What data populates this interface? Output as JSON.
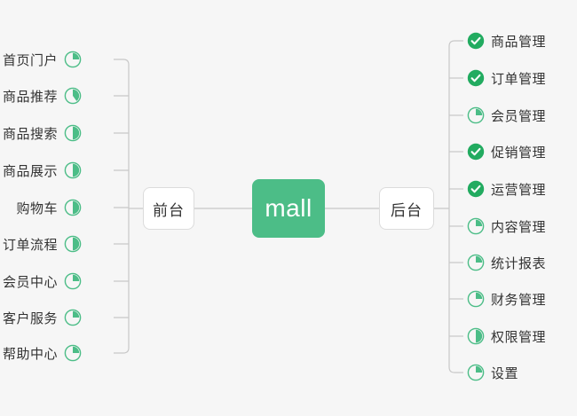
{
  "diagram": {
    "type": "mind-map",
    "title": "mall",
    "background_color": "#f6f6f6",
    "accent_color": "#4cbd87",
    "line_color": "#c8c8c8",
    "text_color": "#333333"
  },
  "center": {
    "label": "mall",
    "fill_color": "#4cbd87",
    "text_color": "#ffffff"
  },
  "branches": [
    {
      "name": "front",
      "label": "前台",
      "side": "left"
    },
    {
      "name": "back",
      "label": "后台",
      "side": "right"
    }
  ],
  "left_items": [
    {
      "label": "首页门户",
      "icon": "pie-quarter-icon",
      "progress": 25
    },
    {
      "label": "商品推荐",
      "icon": "pie-40-icon",
      "progress": 40
    },
    {
      "label": "商品搜索",
      "icon": "pie-half-icon",
      "progress": 50
    },
    {
      "label": "商品展示",
      "icon": "pie-half-icon",
      "progress": 50
    },
    {
      "label": "购物车",
      "icon": "pie-half-icon",
      "progress": 50
    },
    {
      "label": "订单流程",
      "icon": "pie-half-icon",
      "progress": 50
    },
    {
      "label": "会员中心",
      "icon": "pie-quarter-icon",
      "progress": 25
    },
    {
      "label": "客户服务",
      "icon": "pie-quarter-icon",
      "progress": 25
    },
    {
      "label": "帮助中心",
      "icon": "pie-quarter-icon",
      "progress": 25
    }
  ],
  "right_items": [
    {
      "label": "商品管理",
      "icon": "check-circle-icon",
      "progress": 100
    },
    {
      "label": "订单管理",
      "icon": "check-circle-icon",
      "progress": 100
    },
    {
      "label": "会员管理",
      "icon": "pie-quarter-icon",
      "progress": 25
    },
    {
      "label": "促销管理",
      "icon": "check-circle-icon",
      "progress": 100
    },
    {
      "label": "运营管理",
      "icon": "check-circle-icon",
      "progress": 100
    },
    {
      "label": "内容管理",
      "icon": "pie-quarter-icon",
      "progress": 25
    },
    {
      "label": "统计报表",
      "icon": "pie-quarter-icon",
      "progress": 25
    },
    {
      "label": "财务管理",
      "icon": "pie-quarter-icon",
      "progress": 25
    },
    {
      "label": "权限管理",
      "icon": "pie-half-icon",
      "progress": 50
    },
    {
      "label": "设置",
      "icon": "pie-quarter-icon",
      "progress": 25
    }
  ]
}
